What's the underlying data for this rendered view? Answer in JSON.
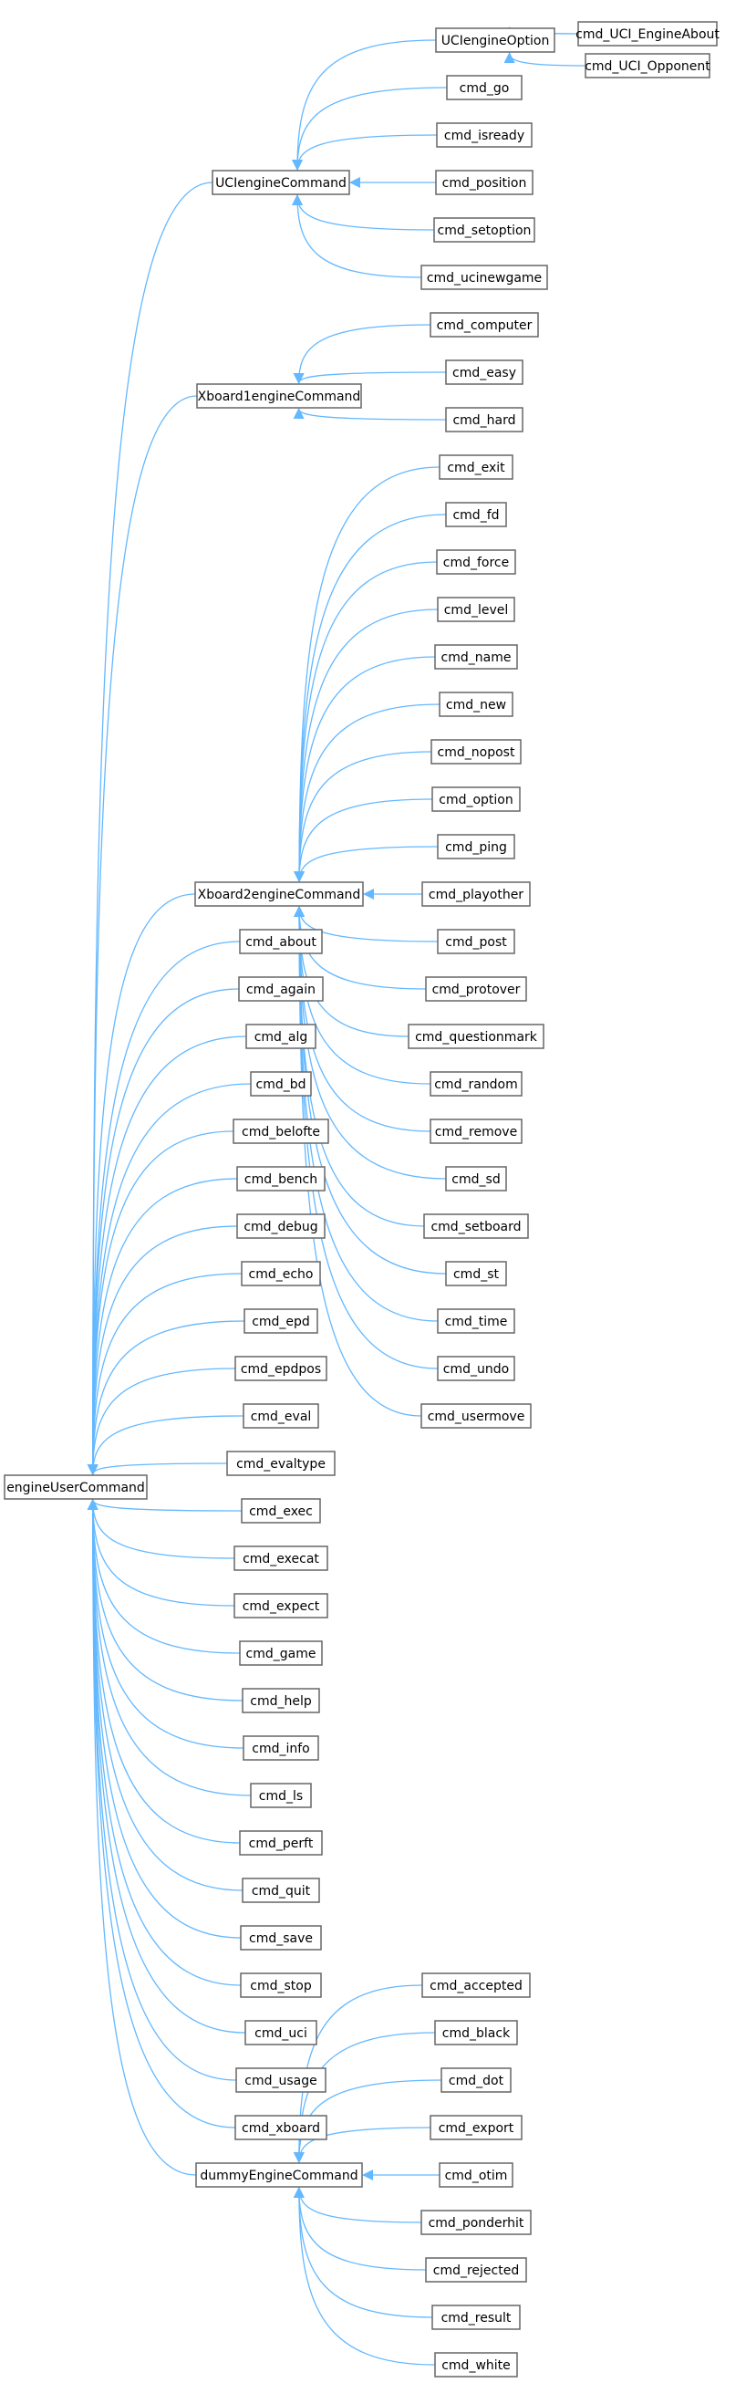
{
  "colors": {
    "edge": "#63b8ff",
    "node_border": "#666666",
    "node_fill": "#ffffff",
    "text": "#000000"
  },
  "nodes": {
    "uci_option": "UCIengineOption",
    "uci_engine_about": "cmd_UCI_EngineAbout",
    "uci_opponent": "cmd_UCI_Opponent",
    "go": "cmd_go",
    "isready": "cmd_isready",
    "uci_cmd": "UCIengineCommand",
    "position": "cmd_position",
    "setoption": "cmd_setoption",
    "ucinewgame": "cmd_ucinewgame",
    "computer": "cmd_computer",
    "easy": "cmd_easy",
    "xb1_cmd": "Xboard1engineCommand",
    "hard": "cmd_hard",
    "exit": "cmd_exit",
    "fd": "cmd_fd",
    "force": "cmd_force",
    "level": "cmd_level",
    "name": "cmd_name",
    "new": "cmd_new",
    "nopost": "cmd_nopost",
    "option": "cmd_option",
    "ping": "cmd_ping",
    "xb2_cmd": "Xboard2engineCommand",
    "playother": "cmd_playother",
    "about": "cmd_about",
    "post": "cmd_post",
    "again": "cmd_again",
    "protover": "cmd_protover",
    "alg": "cmd_alg",
    "questionmark": "cmd_questionmark",
    "bd": "cmd_bd",
    "random": "cmd_random",
    "belofte": "cmd_belofte",
    "remove": "cmd_remove",
    "bench": "cmd_bench",
    "sd": "cmd_sd",
    "debug": "cmd_debug",
    "setboard": "cmd_setboard",
    "echo": "cmd_echo",
    "st": "cmd_st",
    "epd": "cmd_epd",
    "time": "cmd_time",
    "epdpos": "cmd_epdpos",
    "undo": "cmd_undo",
    "eval": "cmd_eval",
    "usermove": "cmd_usermove",
    "evaltype": "cmd_evaltype",
    "engine_user_cmd": "engineUserCommand",
    "exec": "cmd_exec",
    "execat": "cmd_execat",
    "expect": "cmd_expect",
    "game": "cmd_game",
    "help": "cmd_help",
    "info": "cmd_info",
    "ls": "cmd_ls",
    "perft": "cmd_perft",
    "quit": "cmd_quit",
    "save": "cmd_save",
    "stop": "cmd_stop",
    "uci": "cmd_uci",
    "usage": "cmd_usage",
    "xboard": "cmd_xboard",
    "accepted": "cmd_accepted",
    "black": "cmd_black",
    "dot": "cmd_dot",
    "export": "cmd_export",
    "otim": "cmd_otim",
    "dummy_cmd": "dummyEngineCommand",
    "ponderhit": "cmd_ponderhit",
    "rejected": "cmd_rejected",
    "result": "cmd_result",
    "white": "cmd_white"
  },
  "edges": [
    [
      "uci_engine_about",
      "uci_option"
    ],
    [
      "uci_opponent",
      "uci_option"
    ],
    [
      "uci_option",
      "uci_cmd"
    ],
    [
      "go",
      "uci_cmd"
    ],
    [
      "isready",
      "uci_cmd"
    ],
    [
      "position",
      "uci_cmd"
    ],
    [
      "setoption",
      "uci_cmd"
    ],
    [
      "ucinewgame",
      "uci_cmd"
    ],
    [
      "computer",
      "xb1_cmd"
    ],
    [
      "easy",
      "xb1_cmd"
    ],
    [
      "hard",
      "xb1_cmd"
    ],
    [
      "exit",
      "xb2_cmd"
    ],
    [
      "fd",
      "xb2_cmd"
    ],
    [
      "force",
      "xb2_cmd"
    ],
    [
      "level",
      "xb2_cmd"
    ],
    [
      "name",
      "xb2_cmd"
    ],
    [
      "new",
      "xb2_cmd"
    ],
    [
      "nopost",
      "xb2_cmd"
    ],
    [
      "option",
      "xb2_cmd"
    ],
    [
      "ping",
      "xb2_cmd"
    ],
    [
      "playother",
      "xb2_cmd"
    ],
    [
      "post",
      "xb2_cmd"
    ],
    [
      "protover",
      "xb2_cmd"
    ],
    [
      "questionmark",
      "xb2_cmd"
    ],
    [
      "random",
      "xb2_cmd"
    ],
    [
      "remove",
      "xb2_cmd"
    ],
    [
      "sd",
      "xb2_cmd"
    ],
    [
      "setboard",
      "xb2_cmd"
    ],
    [
      "st",
      "xb2_cmd"
    ],
    [
      "time",
      "xb2_cmd"
    ],
    [
      "undo",
      "xb2_cmd"
    ],
    [
      "usermove",
      "xb2_cmd"
    ],
    [
      "uci_cmd",
      "engine_user_cmd"
    ],
    [
      "xb1_cmd",
      "engine_user_cmd"
    ],
    [
      "xb2_cmd",
      "engine_user_cmd"
    ],
    [
      "about",
      "engine_user_cmd"
    ],
    [
      "again",
      "engine_user_cmd"
    ],
    [
      "alg",
      "engine_user_cmd"
    ],
    [
      "bd",
      "engine_user_cmd"
    ],
    [
      "belofte",
      "engine_user_cmd"
    ],
    [
      "bench",
      "engine_user_cmd"
    ],
    [
      "debug",
      "engine_user_cmd"
    ],
    [
      "echo",
      "engine_user_cmd"
    ],
    [
      "epd",
      "engine_user_cmd"
    ],
    [
      "epdpos",
      "engine_user_cmd"
    ],
    [
      "eval",
      "engine_user_cmd"
    ],
    [
      "evaltype",
      "engine_user_cmd"
    ],
    [
      "exec",
      "engine_user_cmd"
    ],
    [
      "execat",
      "engine_user_cmd"
    ],
    [
      "expect",
      "engine_user_cmd"
    ],
    [
      "game",
      "engine_user_cmd"
    ],
    [
      "help",
      "engine_user_cmd"
    ],
    [
      "info",
      "engine_user_cmd"
    ],
    [
      "ls",
      "engine_user_cmd"
    ],
    [
      "perft",
      "engine_user_cmd"
    ],
    [
      "quit",
      "engine_user_cmd"
    ],
    [
      "save",
      "engine_user_cmd"
    ],
    [
      "stop",
      "engine_user_cmd"
    ],
    [
      "uci",
      "engine_user_cmd"
    ],
    [
      "usage",
      "engine_user_cmd"
    ],
    [
      "xboard",
      "engine_user_cmd"
    ],
    [
      "dummy_cmd",
      "engine_user_cmd"
    ],
    [
      "accepted",
      "dummy_cmd"
    ],
    [
      "black",
      "dummy_cmd"
    ],
    [
      "dot",
      "dummy_cmd"
    ],
    [
      "export",
      "dummy_cmd"
    ],
    [
      "otim",
      "dummy_cmd"
    ],
    [
      "ponderhit",
      "dummy_cmd"
    ],
    [
      "rejected",
      "dummy_cmd"
    ],
    [
      "result",
      "dummy_cmd"
    ],
    [
      "white",
      "dummy_cmd"
    ]
  ]
}
